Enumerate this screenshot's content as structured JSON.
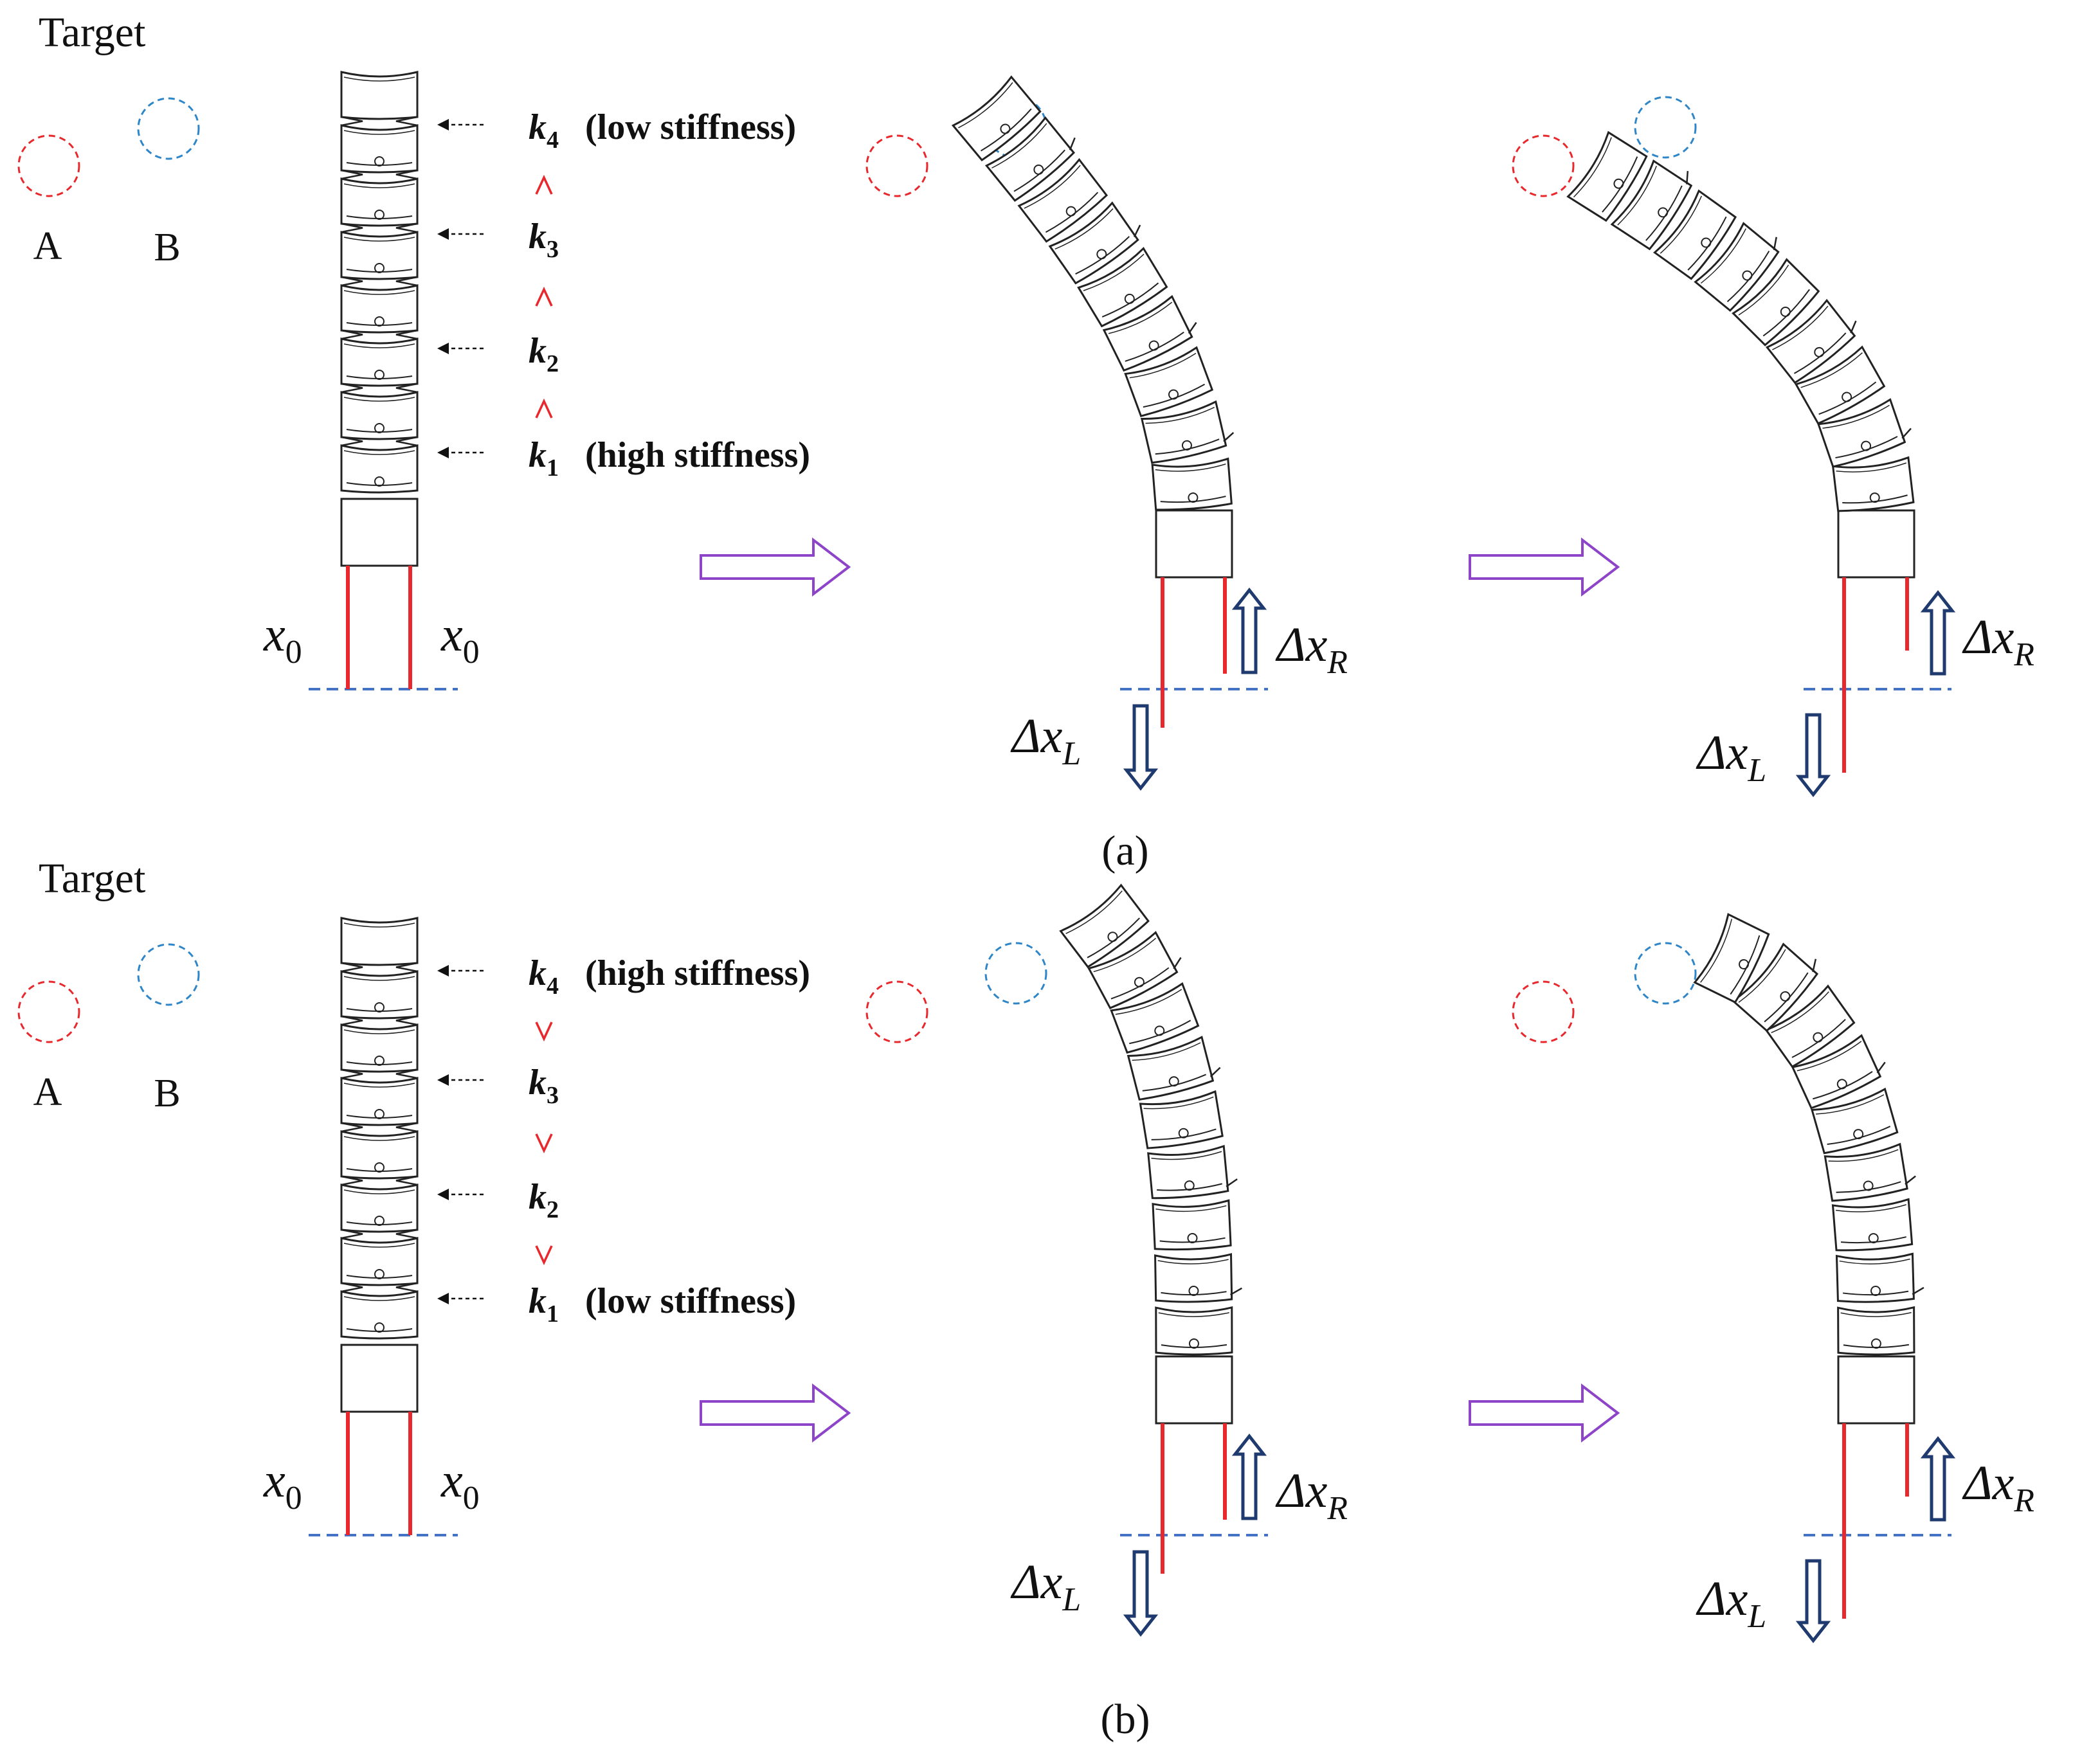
{
  "panels": [
    {
      "id": "a",
      "caption": "(a)",
      "target_label": "Target",
      "target_a_label": "A",
      "target_b_label": "B",
      "stiffness_labels": [
        {
          "k": "k",
          "sub": "4",
          "text": "(low stiffness)"
        },
        {
          "k": "k",
          "sub": "3",
          "text": ""
        },
        {
          "k": "k",
          "sub": "2",
          "text": ""
        },
        {
          "k": "k",
          "sub": "1",
          "text": "(high stiffness)"
        }
      ],
      "order_symbol": "^",
      "x0_label": "x",
      "x0_sub": "0",
      "dxL_label": "Δx",
      "dxL_sub": "L",
      "dxR_label": "Δx",
      "dxR_sub": "R"
    },
    {
      "id": "b",
      "caption": "(b)",
      "target_label": "Target",
      "target_a_label": "A",
      "target_b_label": "B",
      "stiffness_labels": [
        {
          "k": "k",
          "sub": "4",
          "text": "(high stiffness)"
        },
        {
          "k": "k",
          "sub": "3",
          "text": ""
        },
        {
          "k": "k",
          "sub": "2",
          "text": ""
        },
        {
          "k": "k",
          "sub": "1",
          "text": "(low stiffness)"
        }
      ],
      "order_symbol": "v",
      "x0_label": "x",
      "x0_sub": "0",
      "dxL_label": "Δx",
      "dxL_sub": "L",
      "dxR_label": "Δx",
      "dxR_sub": "R"
    }
  ],
  "colors": {
    "target_a": "#e8282c",
    "target_b": "#2e86c8",
    "tendon": "#e8282c",
    "baseline": "#4472c4",
    "flow_arrow": "#8e44c9",
    "displacement_arrow": "#1f3a6e",
    "order_symbol": "#e8282c",
    "outline": "#222222"
  }
}
